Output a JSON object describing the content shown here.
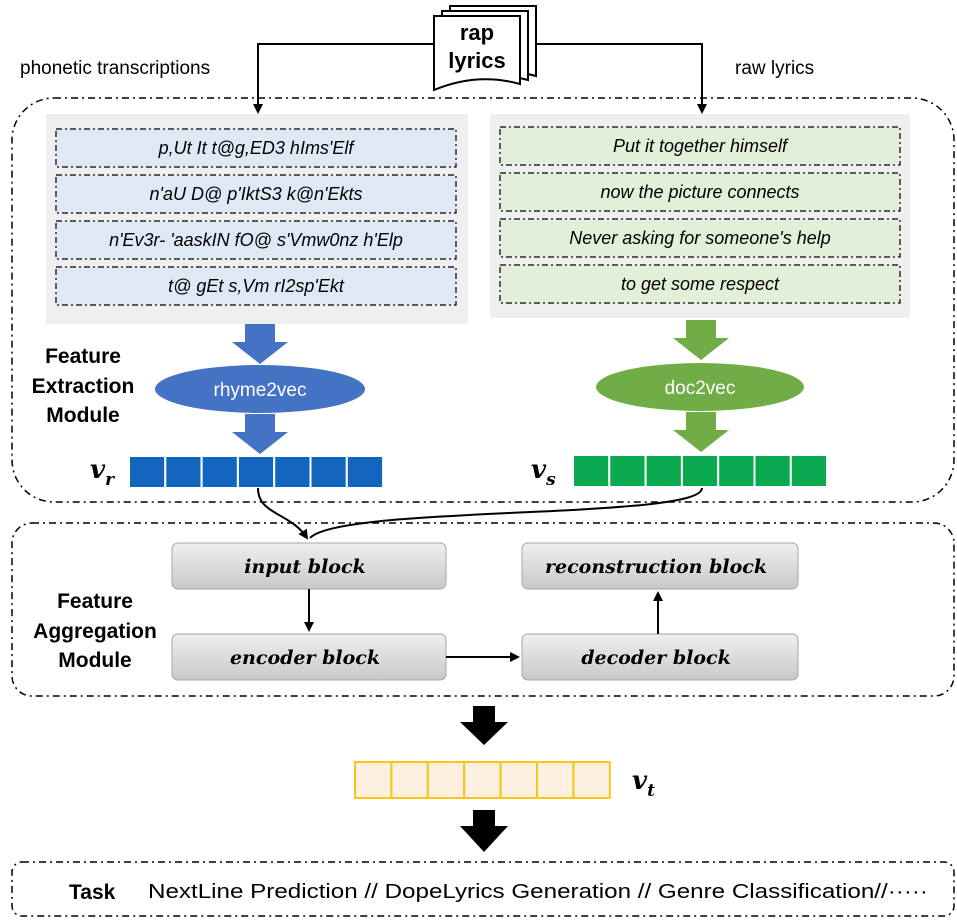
{
  "source": {
    "label_line1": "rap",
    "label_line2": "lyrics"
  },
  "left_branch": {
    "caption": "phonetic transcriptions",
    "lines": [
      "p,Ut It t@g,ED3 hIms'Elf",
      "n'aU D@ p'IktS3 k@n'Ekts",
      "n'Ev3r- 'aaskIN fO@ s'Vmw0nz h'Elp",
      "t@ gEt s,Vm rI2sp'Ekt"
    ],
    "encoder_label": "rhyme2vec",
    "vector_symbol": "v",
    "vector_subscript": "r",
    "color": "#1565c0",
    "encoder_color": "#4472c4"
  },
  "right_branch": {
    "caption": "raw lyrics",
    "lines": [
      "Put it together himself",
      "now the picture connects",
      "Never asking for someone's help",
      "to get some respect"
    ],
    "encoder_label": "doc2vec",
    "vector_symbol": "v",
    "vector_subscript": "s",
    "color": "#0aa84f",
    "encoder_color": "#70ad47"
  },
  "feature_extraction": {
    "label_line1": "Feature",
    "label_line2": "Extraction",
    "label_line3": "Module"
  },
  "feature_aggregation": {
    "label_line1": "Feature",
    "label_line2": "Aggregation",
    "label_line3": "Module",
    "blocks": {
      "input": "input block",
      "encoder": "encoder block",
      "decoder": "decoder block",
      "reconstruction": "reconstruction block"
    }
  },
  "output_vector": {
    "symbol": "v",
    "subscript": "t",
    "fill": "#fdf0e0",
    "stroke": "#f5c518"
  },
  "task": {
    "label": "Task",
    "text": "NextLine Prediction // DopeLyrics Generation // Genre Classification//·····"
  }
}
